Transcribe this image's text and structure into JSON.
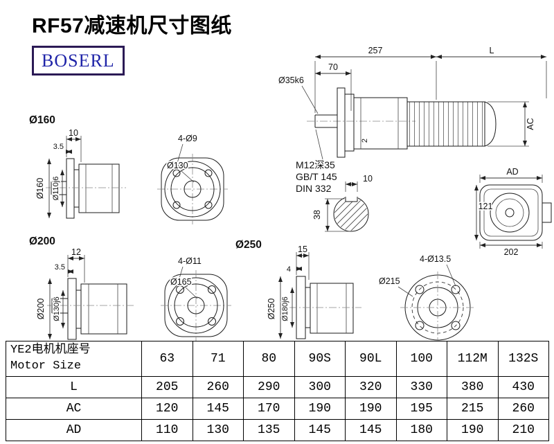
{
  "page": {
    "title": "RF57减速机尺寸图纸",
    "logo_text": "BOSERL",
    "colors": {
      "logo_text": "#1f24a8",
      "logo_border": "#2b1a55",
      "line": "#1a1a1a"
    }
  },
  "views": {
    "main": {
      "dim_257": "257",
      "dim_L": "L",
      "dim_70": "70",
      "shaft_dia": "Ø35k6",
      "dim_AC": "AC",
      "dim_2": "2",
      "note_thread": "M12深35",
      "note_gbt": "GB/T 145",
      "note_din": "DIN 332"
    },
    "shaft_section": {
      "dim_10": "10",
      "dim_38": "38"
    },
    "ad": {
      "dim_AD": "AD",
      "dim_121": "121",
      "dim_202": "202"
    },
    "v160": {
      "label": "Ø160",
      "dim_10": "10",
      "dim_35": "3.5",
      "dia_outer": "Ø160",
      "dia_inner": "Ø110j6"
    },
    "f130": {
      "holes": "4-Ø9",
      "dia": "Ø130"
    },
    "v200": {
      "label": "Ø200",
      "dim_12": "12",
      "dim_35": "3.5",
      "dia_outer": "Ø200",
      "dia_inner": "Ø130j6"
    },
    "f165": {
      "label": "Ø250",
      "holes": "4-Ø11",
      "dia": "Ø165"
    },
    "v250": {
      "dim_15": "15",
      "dim_4": "4",
      "dia_outer": "Ø250",
      "dia_inner": "Ø180j6"
    },
    "f215": {
      "holes": "4-Ø13.5",
      "dia": "Ø215"
    }
  },
  "table": {
    "header": {
      "title_cn": "YE2电机机座号",
      "title_en": "Motor Size",
      "sizes": [
        "63",
        "71",
        "80",
        "90S",
        "90L",
        "100",
        "112M",
        "132S"
      ]
    },
    "rows": [
      {
        "label": "L",
        "values": [
          "205",
          "260",
          "290",
          "300",
          "320",
          "330",
          "380",
          "430"
        ]
      },
      {
        "label": "AC",
        "values": [
          "120",
          "145",
          "170",
          "190",
          "190",
          "195",
          "215",
          "260"
        ]
      },
      {
        "label": "AD",
        "values": [
          "110",
          "130",
          "135",
          "145",
          "145",
          "180",
          "190",
          "210"
        ]
      }
    ]
  }
}
